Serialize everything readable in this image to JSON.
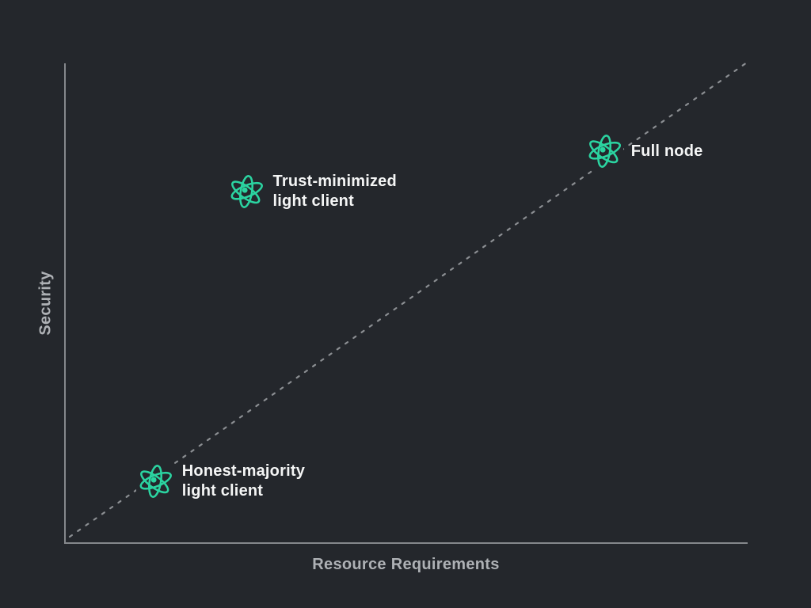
{
  "app": {
    "background_color": "#24272c"
  },
  "chart": {
    "ylabel": "Security",
    "xlabel": "Resource Requirements",
    "colors": {
      "background": "#24272c",
      "axis": "#85888c",
      "trendline": "#8b8e92",
      "axis_label_text": "#aeb1b5",
      "point_label_text": "#f4f5f5",
      "marker_icon": "#2bd4a1"
    }
  },
  "chart_data": {
    "type": "scatter",
    "title": "",
    "xlabel": "Resource Requirements",
    "ylabel": "Security",
    "x_range": [
      0,
      1
    ],
    "y_range": [
      0,
      1
    ],
    "ticks": "none (qualitative axes, no tick labels)",
    "grid": false,
    "legend": false,
    "marker": "atom-icon",
    "points": [
      {
        "label": "Honest-majority light client",
        "label_lines": [
          "Honest-majority",
          "light client"
        ],
        "x": 0.133,
        "y": 0.13
      },
      {
        "label": "Trust-minimized light client",
        "label_lines": [
          "Trust-minimized",
          "light client"
        ],
        "x": 0.266,
        "y": 0.733
      },
      {
        "label": "Full node",
        "label_lines": [
          "Full node"
        ],
        "x": 0.79,
        "y": 0.817
      }
    ],
    "reference_line": {
      "style": "dotted",
      "from": [
        0.008,
        0.015
      ],
      "to": [
        0.998,
        1.0
      ],
      "color": "#8b8e92"
    }
  }
}
